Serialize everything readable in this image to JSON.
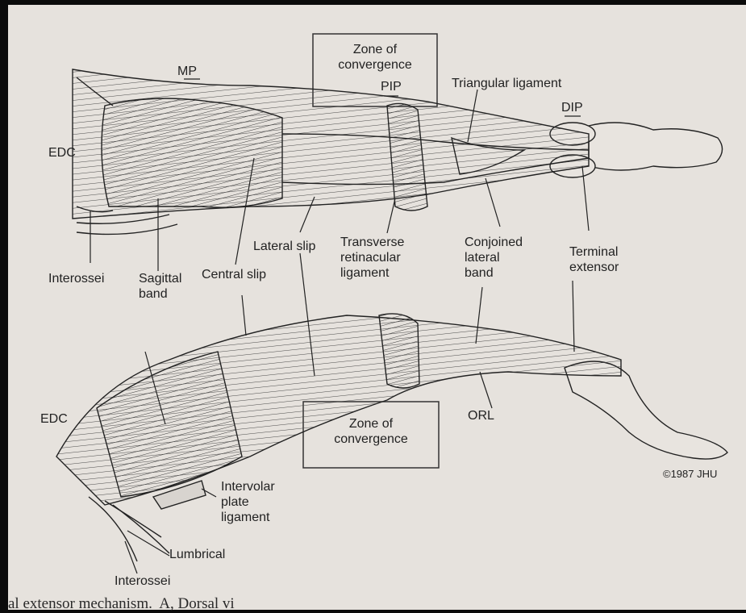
{
  "labels": {
    "mp": "MP",
    "zone_top": "Zone of\nconvergence",
    "pip": "PIP",
    "triangular": "Triangular ligament",
    "dip": "DIP",
    "edc_top": "EDC",
    "interossei_top": "Interossei",
    "sagittal": "Sagittal\nband",
    "central_slip": "Central slip",
    "lateral_slip": "Lateral slip",
    "transverse": "Transverse\nretinacular\nligament",
    "conjoined": "Conjoined\nlateral\nband",
    "terminal": "Terminal\nextensor",
    "edc_bottom": "EDC",
    "zone_bottom": "Zone of\nconvergence",
    "orl": "ORL",
    "copyright": "©1987 JHU",
    "intervolar": "Intervolar\nplate\nligament",
    "lumbrical": "Lumbrical",
    "interossei_bottom": "Interossei"
  },
  "caption": "al extensor mechanism.  A, Dorsal vi"
}
